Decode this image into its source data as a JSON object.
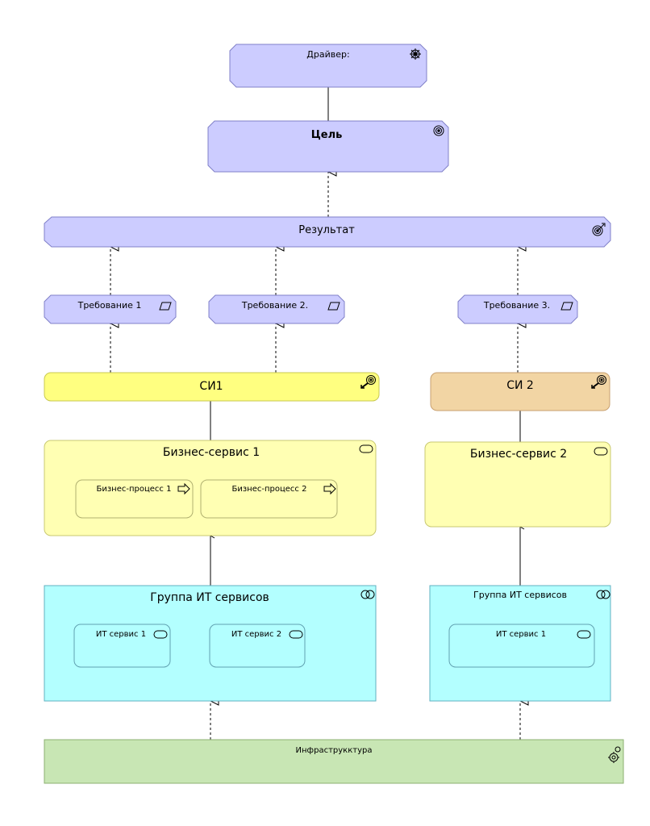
{
  "elements": {
    "driver": {
      "label": "Драйвер:",
      "fill": "#ccccff",
      "stroke": "#8080c8",
      "icon": "driver-icon"
    },
    "goal": {
      "label": "Цель",
      "fill": "#ccccff",
      "stroke": "#8080c8",
      "icon": "goal-icon"
    },
    "outcome": {
      "label": "Результат",
      "fill": "#ccccff",
      "stroke": "#8080c8",
      "icon": "outcome-icon"
    },
    "req1": {
      "label": "Требование 1",
      "fill": "#ccccff",
      "stroke": "#8080c8",
      "icon": "requirement-icon"
    },
    "req2": {
      "label": "Требование 2.",
      "fill": "#ccccff",
      "stroke": "#8080c8",
      "icon": "requirement-icon"
    },
    "req3": {
      "label": "Требование 3.",
      "fill": "#ccccff",
      "stroke": "#8080c8",
      "icon": "requirement-icon"
    },
    "si1": {
      "label": "СИ1",
      "fill": "#ffff80",
      "stroke": "#c8c850",
      "icon": "capability-icon"
    },
    "si2": {
      "label": "СИ 2",
      "fill": "#f2d5a4",
      "stroke": "#c8a070",
      "icon": "capability-icon"
    },
    "bs1": {
      "label": "Бизнес-сервис 1",
      "fill": "#ffffb3",
      "stroke": "#c8c870",
      "icon": "service-icon"
    },
    "bp1": {
      "label": "Бизнес-процесс 1",
      "fill": "#ffffb3",
      "stroke": "#b0b070",
      "icon": "process-arrow-icon"
    },
    "bp2": {
      "label": "Бизнес-процесс 2",
      "fill": "#ffffb3",
      "stroke": "#b0b070",
      "icon": "process-arrow-icon"
    },
    "bs2": {
      "label": "Бизнес-сервис 2",
      "fill": "#ffffb3",
      "stroke": "#c8c870",
      "icon": "service-icon"
    },
    "itg1": {
      "label": "Группа ИТ сервисов",
      "fill": "#b3ffff",
      "stroke": "#60b0c0",
      "icon": "service-group-icon"
    },
    "its1a": {
      "label": "ИТ сервис 1",
      "fill": "#b3ffff",
      "stroke": "#60a0b0",
      "icon": "service-icon"
    },
    "its1b": {
      "label": "ИТ сервис 2",
      "fill": "#b3ffff",
      "stroke": "#60a0b0",
      "icon": "service-icon"
    },
    "itg2": {
      "label": "Группа ИТ сервисов",
      "fill": "#b3ffff",
      "stroke": "#60b0c0",
      "icon": "service-group-icon"
    },
    "its2a": {
      "label": "ИТ сервис 1",
      "fill": "#b3ffff",
      "stroke": "#60a0b0",
      "icon": "service-icon"
    },
    "infra": {
      "label": "Инфраструкктура",
      "fill": "#c8e6b4",
      "stroke": "#8cb070",
      "icon": "system-software-icon"
    }
  },
  "relations": [
    {
      "id": "driver-goal",
      "from": "driver",
      "to": "goal",
      "type": "association"
    },
    {
      "id": "outcome-goal",
      "from": "outcome",
      "to": "goal",
      "type": "realization"
    },
    {
      "id": "req1-outcome",
      "from": "req1",
      "to": "outcome",
      "type": "realization"
    },
    {
      "id": "req2-outcome",
      "from": "req2",
      "to": "outcome",
      "type": "realization"
    },
    {
      "id": "req3-outcome",
      "from": "req3",
      "to": "outcome",
      "type": "realization"
    },
    {
      "id": "si1-req1",
      "from": "si1",
      "to": "req1",
      "type": "realization"
    },
    {
      "id": "si1-req2",
      "from": "si1",
      "to": "req2",
      "type": "realization"
    },
    {
      "id": "si2-req3",
      "from": "si2",
      "to": "req3",
      "type": "realization"
    },
    {
      "id": "si1-bs1",
      "from": "si1",
      "to": "bs1",
      "type": "association"
    },
    {
      "id": "si2-bs2",
      "from": "si2",
      "to": "bs2",
      "type": "association"
    },
    {
      "id": "itg1-bs1",
      "from": "itg1",
      "to": "bs1",
      "type": "serving"
    },
    {
      "id": "itg2-bs2",
      "from": "itg2",
      "to": "bs2",
      "type": "serving"
    },
    {
      "id": "infra-itg1",
      "from": "infra",
      "to": "itg1",
      "type": "realization"
    },
    {
      "id": "infra-itg2",
      "from": "infra",
      "to": "itg2",
      "type": "realization"
    }
  ]
}
